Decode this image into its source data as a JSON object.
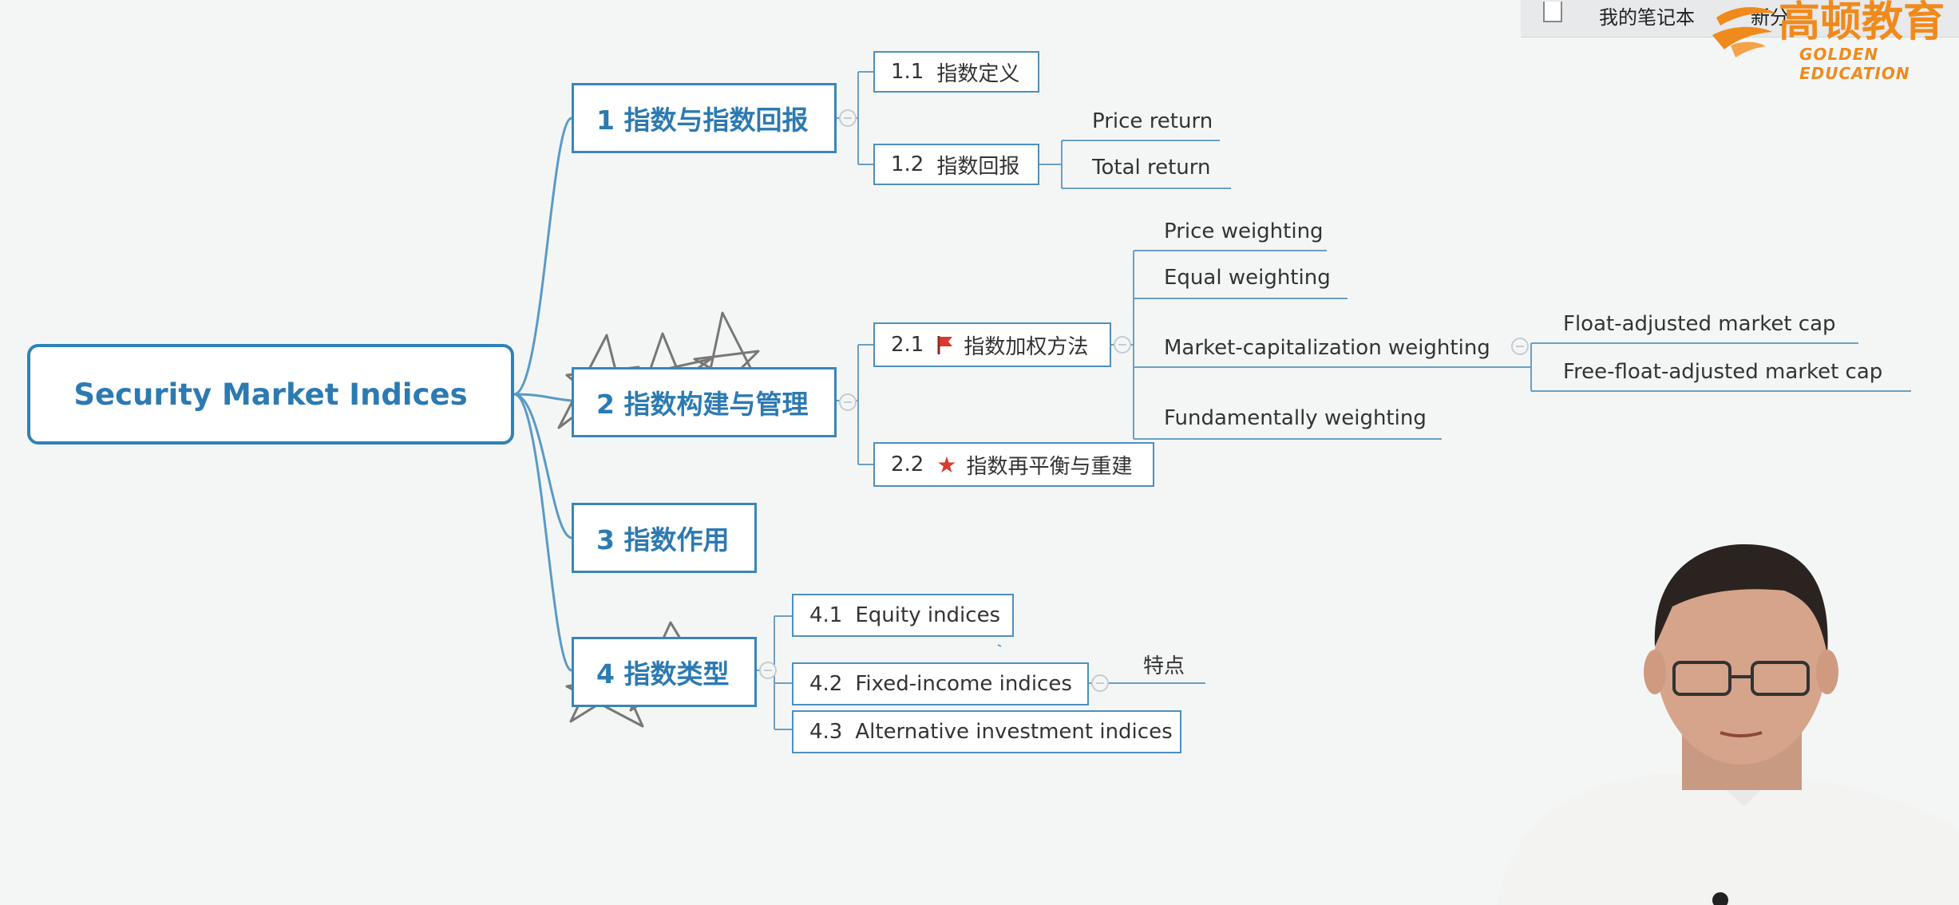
{
  "topbar": {
    "notes_label": "我的笔记本",
    "share_label": "新分",
    "logo_cn": "高顿教育",
    "logo_en": "GOLDEN EDUCATION"
  },
  "mindmap": {
    "root": "Security Market Indices",
    "branches": [
      {
        "label": "1  指数与指数回报",
        "children": [
          {
            "num": "1.1",
            "label": "指数定义"
          },
          {
            "num": "1.2",
            "label": "指数回报",
            "leaves": [
              "Price return",
              "Total return"
            ]
          }
        ]
      },
      {
        "label": "2  指数构建与管理",
        "children": [
          {
            "num": "2.1",
            "icon": "red-flag-icon",
            "label": "指数加权方法",
            "leaves": [
              "Price weighting",
              "Equal weighting",
              "Market-capitalization weighting",
              "Fundamentally weighting"
            ],
            "subleaves": [
              "Float-adjusted market cap",
              "Free-float-adjusted market cap"
            ]
          },
          {
            "num": "2.2",
            "icon": "red-star-icon",
            "label": "指数再平衡与重建"
          }
        ]
      },
      {
        "label": "3  指数作用"
      },
      {
        "label": "4  指数类型",
        "children": [
          {
            "num": "4.1",
            "label": "Equity indices"
          },
          {
            "num": "4.2",
            "label": "Fixed-income indices",
            "leaves": [
              "特点"
            ]
          },
          {
            "num": "4.3",
            "label": "Alternative investment indices"
          }
        ]
      }
    ]
  },
  "colors": {
    "accent": "#2c7ab2",
    "logo": "#f08a1c",
    "annotation_ink": "#777777",
    "background": "#f4f6f6"
  }
}
